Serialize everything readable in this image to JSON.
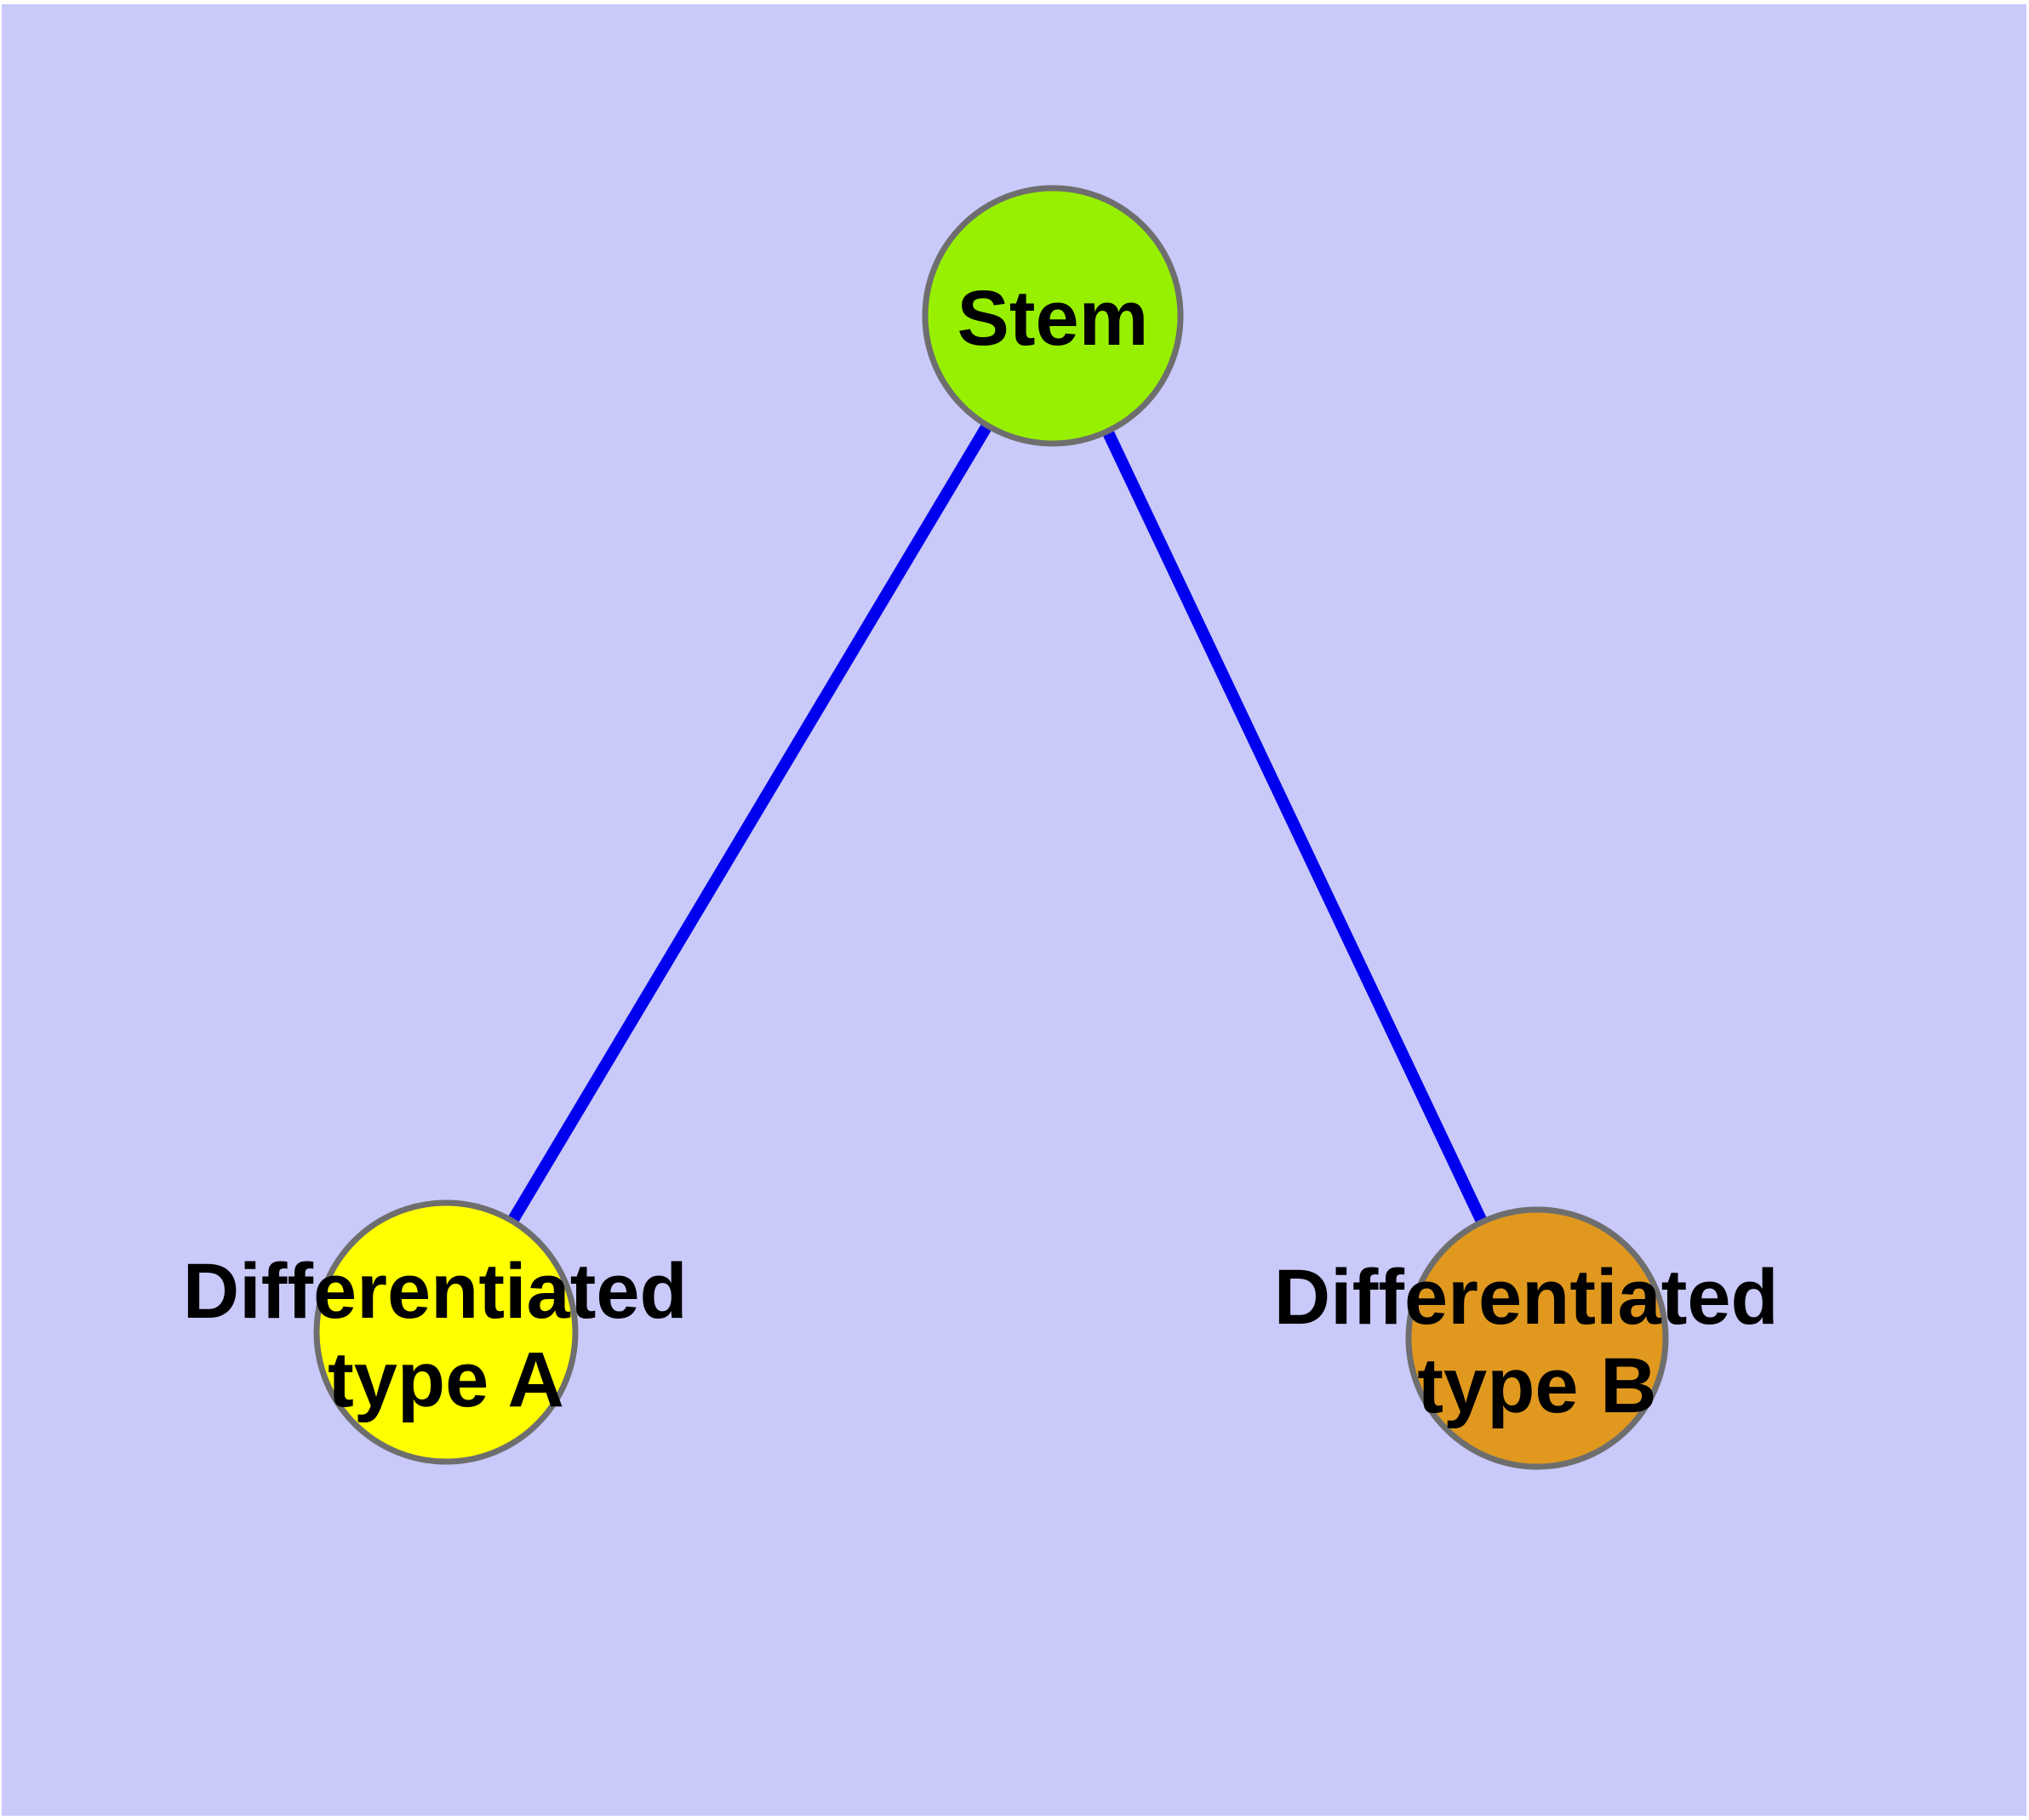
{
  "diagram": {
    "type": "graph",
    "background_color": "#c9c9fa",
    "frame_color": "#ffffff",
    "edge_color": "#0000ee",
    "node_border_color": "#6e6e6e",
    "label_color": "#000000",
    "nodes": [
      {
        "id": "stem",
        "label": "Stem",
        "lines": [
          "Stem"
        ],
        "fill": "#97f000"
      },
      {
        "id": "differentiated-type-a",
        "label": "Differentiated type A",
        "lines": [
          "Differentiated",
          "type A"
        ],
        "fill": "#ffff00"
      },
      {
        "id": "differentiated-type-b",
        "label": "Differentiated type B",
        "lines": [
          "Differentiated",
          "type B"
        ],
        "fill": "#e0991e"
      }
    ],
    "edges": [
      {
        "from": "stem",
        "to": "differentiated-type-a"
      },
      {
        "from": "stem",
        "to": "differentiated-type-b"
      }
    ]
  }
}
